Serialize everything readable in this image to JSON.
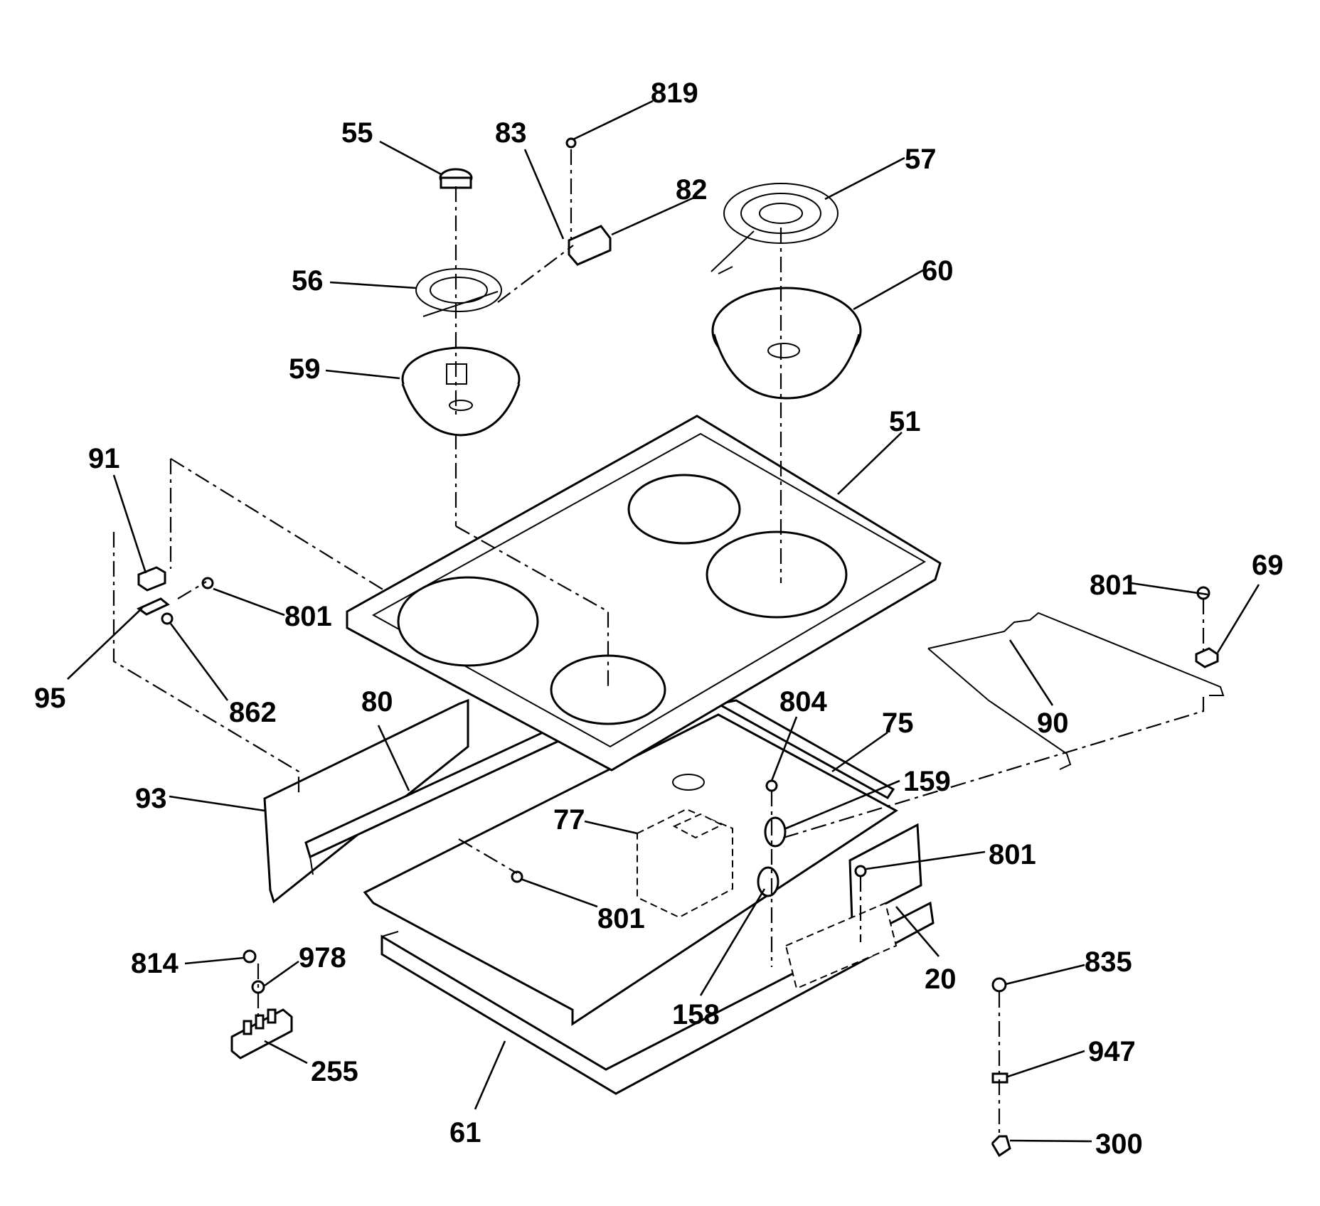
{
  "diagram": {
    "colors": {
      "ink": "#000000",
      "paper": "#ffffff"
    },
    "labels": {
      "p819": "819",
      "p55": "55",
      "p83": "83",
      "p82": "82",
      "p57": "57",
      "p56": "56",
      "p60": "60",
      "p59": "59",
      "p51": "51",
      "p91": "91",
      "p801_left": "801",
      "p95": "95",
      "p862": "862",
      "p80": "80",
      "p804": "804",
      "p75": "75",
      "p159": "159",
      "p93": "93",
      "p77": "77",
      "p801_center": "801",
      "p801_right": "801",
      "p801_top_right": "801",
      "p69": "69",
      "p90": "90",
      "p814": "814",
      "p978": "978",
      "p255": "255",
      "p158": "158",
      "p20": "20",
      "p835": "835",
      "p947": "947",
      "p300": "300",
      "p61": "61"
    }
  }
}
